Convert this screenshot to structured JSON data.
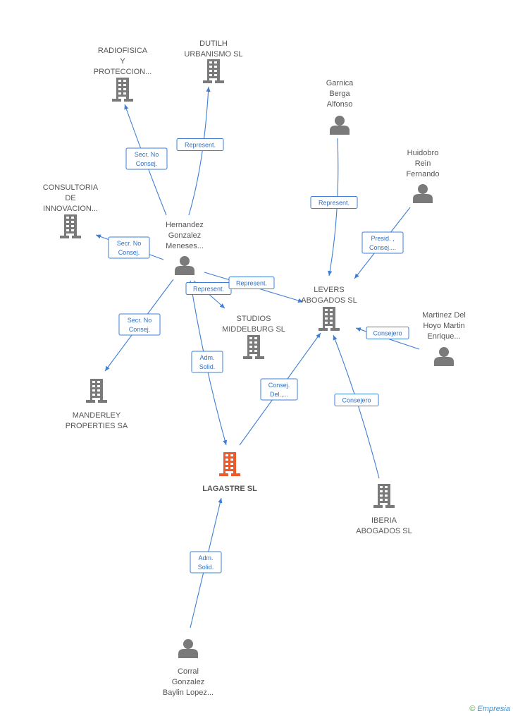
{
  "colors": {
    "edge": "#3d7fd4",
    "company": "#7a7a7a",
    "person": "#7a7a7a",
    "main": "#f05a2a"
  },
  "nodes": [
    {
      "id": "radiofisica",
      "type": "company",
      "label": [
        "RADIOFISICA",
        "Y",
        "PROTECCION..."
      ]
    },
    {
      "id": "dutilh",
      "type": "company",
      "label": [
        "DUTILH",
        "URBANISMO SL"
      ]
    },
    {
      "id": "garnica",
      "type": "person",
      "label": [
        "Garnica",
        "Berga",
        "Alfonso"
      ]
    },
    {
      "id": "huidobro",
      "type": "person",
      "label": [
        "Huidobro",
        "Rein",
        "Fernando"
      ]
    },
    {
      "id": "consultoria",
      "type": "company",
      "label": [
        "CONSULTORIA",
        "DE",
        "INNOVACION..."
      ]
    },
    {
      "id": "hernandez",
      "type": "person",
      "label": [
        "Hernandez",
        "Gonzalez",
        "Meneses..."
      ]
    },
    {
      "id": "levers",
      "type": "company",
      "label": [
        "LEVERS",
        "ABOGADOS SL"
      ]
    },
    {
      "id": "studios",
      "type": "company",
      "label": [
        "STUDIOS",
        "MIDDELBURG SL"
      ]
    },
    {
      "id": "martinez",
      "type": "person",
      "label": [
        "Martinez Del",
        "Hoyo Martin",
        "Enrique..."
      ]
    },
    {
      "id": "manderley",
      "type": "company",
      "label": [
        "MANDERLEY",
        "PROPERTIES SA"
      ]
    },
    {
      "id": "lagastre",
      "type": "main",
      "label": [
        "LAGASTRE SL"
      ]
    },
    {
      "id": "iberia",
      "type": "company",
      "label": [
        "IBERIA",
        "ABOGADOS SL"
      ]
    },
    {
      "id": "corral",
      "type": "person",
      "label": [
        "Corral",
        "Gonzalez",
        "Baylin Lopez..."
      ]
    }
  ],
  "edges": [
    {
      "from": "hernandez",
      "to": "radiofisica",
      "label": [
        "Secr. No",
        "Consej."
      ]
    },
    {
      "from": "hernandez",
      "to": "dutilh",
      "label": [
        "Represent."
      ]
    },
    {
      "from": "hernandez",
      "to": "consultoria",
      "label": [
        "Secr. No",
        "Consej."
      ]
    },
    {
      "from": "hernandez",
      "to": "manderley",
      "label": [
        "Secr. No",
        "Consej."
      ]
    },
    {
      "from": "hernandez",
      "to": "studios",
      "label": [
        "Represent."
      ]
    },
    {
      "from": "hernandez",
      "to": "levers",
      "label": [
        "Represent."
      ]
    },
    {
      "from": "hernandez",
      "to": "lagastre",
      "label": [
        "Adm.",
        "Solid."
      ]
    },
    {
      "from": "garnica",
      "to": "levers",
      "label": [
        "Represent."
      ]
    },
    {
      "from": "huidobro",
      "to": "levers",
      "label": [
        "Presid. ,",
        "Consej...."
      ]
    },
    {
      "from": "martinez",
      "to": "levers",
      "label": [
        "Consejero"
      ]
    },
    {
      "from": "iberia",
      "to": "levers",
      "label": [
        "Consejero"
      ]
    },
    {
      "from": "lagastre",
      "to": "levers",
      "label": [
        "Consej.",
        "Del.,..."
      ]
    },
    {
      "from": "corral",
      "to": "lagastre",
      "label": [
        "Adm.",
        "Solid."
      ]
    }
  ],
  "footer": {
    "copyright": "©",
    "brand": "Empresia"
  }
}
